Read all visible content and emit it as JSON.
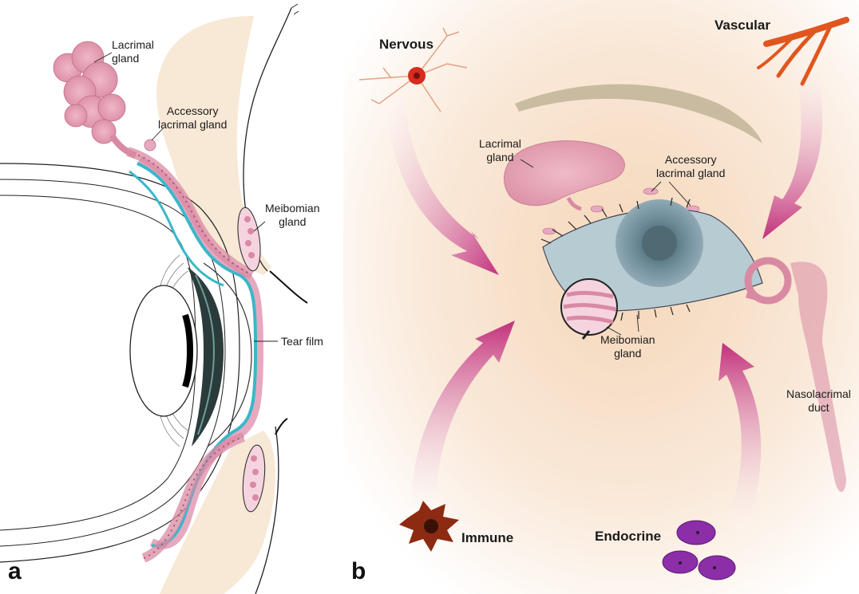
{
  "panel_a": {
    "letter": "a",
    "labels": {
      "lacrimal_gland": [
        "Lacrimal",
        "gland"
      ],
      "accessory_lacrimal_gland": [
        "Accessory",
        "lacrimal gland"
      ],
      "meibomian_gland": [
        "Meibomian",
        "gland"
      ],
      "tear_film": "Tear film"
    }
  },
  "panel_b": {
    "letter": "b",
    "labels": {
      "lacrimal_gland": [
        "Lacrimal",
        "gland"
      ],
      "accessory_lacrimal_gland": [
        "Accessory",
        "lacrimal gland"
      ],
      "meibomian_gland": [
        "Meibomian",
        "gland"
      ],
      "nasolacrimal_duct": [
        "Nasolacrimal",
        "duct"
      ]
    },
    "systems": {
      "nervous": "Nervous",
      "vascular": "Vascular",
      "immune": "Immune",
      "endocrine": "Endocrine"
    }
  },
  "colors": {
    "tear_film": "#3bb7c9",
    "gland_pink": "#d98aa3",
    "arrow_magenta": "#c2307c",
    "skin": "#f6dcc0"
  }
}
